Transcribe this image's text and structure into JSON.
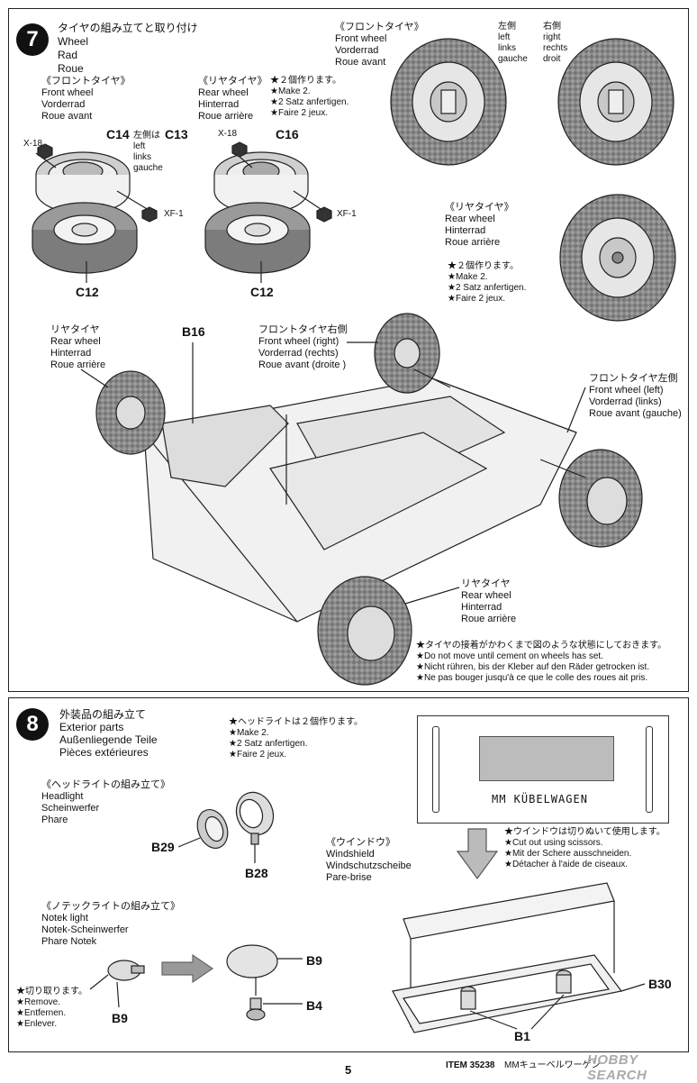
{
  "step7": {
    "number": "7",
    "title_lines": [
      "タイヤの組み立てと取り付け",
      "Wheel",
      "Rad",
      "Roue"
    ],
    "front_left": {
      "lines": [
        "《フロントタイヤ》",
        "Front wheel",
        "Vorderrad",
        "Roue avant"
      ],
      "part_top": "C14",
      "left_note": "左側は",
      "part_alt": "C13",
      "side_lines": [
        "left",
        "links",
        "gauche"
      ],
      "x18": "X-18",
      "xf1": "XF-1",
      "part_bottom": "C12"
    },
    "rear_left": {
      "lines": [
        "《リヤタイヤ》",
        "Rear wheel",
        "Hinterrad",
        "Roue arrière"
      ],
      "make2": [
        "★２個作ります。",
        "★Make 2.",
        "★2 Satz anfertigen.",
        "★Faire 2 jeux."
      ],
      "part_top": "C16",
      "x18": "X-18",
      "xf1": "XF-1",
      "part_bottom": "C12"
    },
    "front_right": {
      "lines": [
        "《フロントタイヤ》",
        "Front wheel",
        "Vorderrad",
        "Roue avant"
      ],
      "left_lines": [
        "左側",
        "left",
        "links",
        "gauche"
      ],
      "right_lines": [
        "右側",
        "right",
        "rechts",
        "droit"
      ]
    },
    "rear_right": {
      "lines": [
        "《リヤタイヤ》",
        "Rear wheel",
        "Hinterrad",
        "Roue arrière"
      ],
      "make2": [
        "★２個作ります。",
        "★Make 2.",
        "★2 Satz anfertigen.",
        "★Faire 2 jeux."
      ]
    },
    "assembly": {
      "rear_label_left": [
        "リヤタイヤ",
        "Rear wheel",
        "Hinterrad",
        "Roue arrière"
      ],
      "b16": "B16",
      "front_right_label": [
        "フロントタイヤ右側",
        "Front wheel (right)",
        "Vorderrad (rechts)",
        "Roue avant (droite )"
      ],
      "front_left_label": [
        "フロントタイヤ左側",
        "Front wheel (left)",
        "Vorderrad (links)",
        "Roue avant (gauche)"
      ],
      "rear_label_right": [
        "リヤタイヤ",
        "Rear wheel",
        "Hinterrad",
        "Roue arrière"
      ],
      "caution": [
        "★タイヤの接着がかわくまで図のような状態にしておきます。",
        "★Do not move until cement on wheels has set.",
        "★Nicht rühren, bis der Kleber auf den Räder getrocken ist.",
        "★Ne pas bouger jusqu'à ce que le colle des roues ait pris."
      ]
    }
  },
  "step8": {
    "number": "8",
    "title_lines": [
      "外装品の組み立て",
      "Exterior parts",
      "Außenliegende Teile",
      "Pièces extérieures"
    ],
    "headlight_make2": [
      "★ヘッドライトは２個作ります。",
      "★Make 2.",
      "★2 Satz anfertigen.",
      "★Faire 2 jeux."
    ],
    "headlight": [
      "《ヘッドライトの組み立て》",
      "Headlight",
      "Scheinwerfer",
      "Phare"
    ],
    "b29": "B29",
    "b28": "B28",
    "decal_text": "MM KÜBELWAGEN",
    "cut_note": [
      "★ウインドウは切りぬいて使用します。",
      "★Cut out using scissors.",
      "★Mit der Schere ausschneiden.",
      "★Détacher à l'aide de ciseaux."
    ],
    "windshield": [
      "《ウインドウ》",
      "Windshield",
      "Windschutzscheibe",
      "Pare-brise"
    ],
    "notek": [
      "《ノテックライトの組み立て》",
      "Notek light",
      "Notek-Scheinwerfer",
      "Phare Notek"
    ],
    "cut_off": [
      "★切り取ります。",
      "★Remove.",
      "★Entfernen.",
      "★Enlever."
    ],
    "b9a": "B9",
    "b9b": "B9",
    "b4": "B4",
    "b30": "B30",
    "b1": "B1"
  },
  "footer": {
    "page": "5",
    "item": "ITEM 35238",
    "name": "MMキューベルワーゲン",
    "watermark": "HOBBY SEARCH"
  }
}
